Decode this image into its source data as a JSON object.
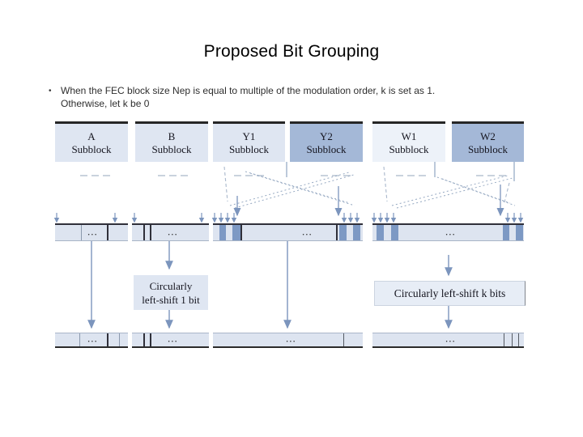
{
  "slide": {
    "title": "Proposed Bit Grouping",
    "bullet_marker": "•",
    "bullet_line1": "When the FEC block size Nep is equal to multiple of the modulation order, k is set as 1.",
    "bullet_line2": "Otherwise, let k be 0"
  },
  "diagram": {
    "subblocks": [
      {
        "name": "A",
        "type": "Subblock",
        "shade": "light"
      },
      {
        "name": "B",
        "type": "Subblock",
        "shade": "light"
      },
      {
        "name": "Y1",
        "type": "Subblock",
        "shade": "light"
      },
      {
        "name": "Y2",
        "type": "Subblock",
        "shade": "medium"
      },
      {
        "name": "W1",
        "type": "Subblock",
        "shade": "lightest"
      },
      {
        "name": "W2",
        "type": "Subblock",
        "shade": "medium"
      }
    ],
    "ellipsis": "...",
    "shift_box_1": {
      "line1": "Circularly",
      "line2": "left-shift 1 bit"
    },
    "shift_box_2": {
      "label": "Circularly left-shift k bits"
    },
    "colors": {
      "subblock_light": "#dfe6f2",
      "subblock_medium": "#a4b8d7",
      "subblock_lightest": "#edf2f9",
      "strip_fill": "#dde4f0",
      "highlight_cell": "#7d99c4",
      "arrow": "#7c95bd",
      "border_dark": "#262626"
    }
  }
}
